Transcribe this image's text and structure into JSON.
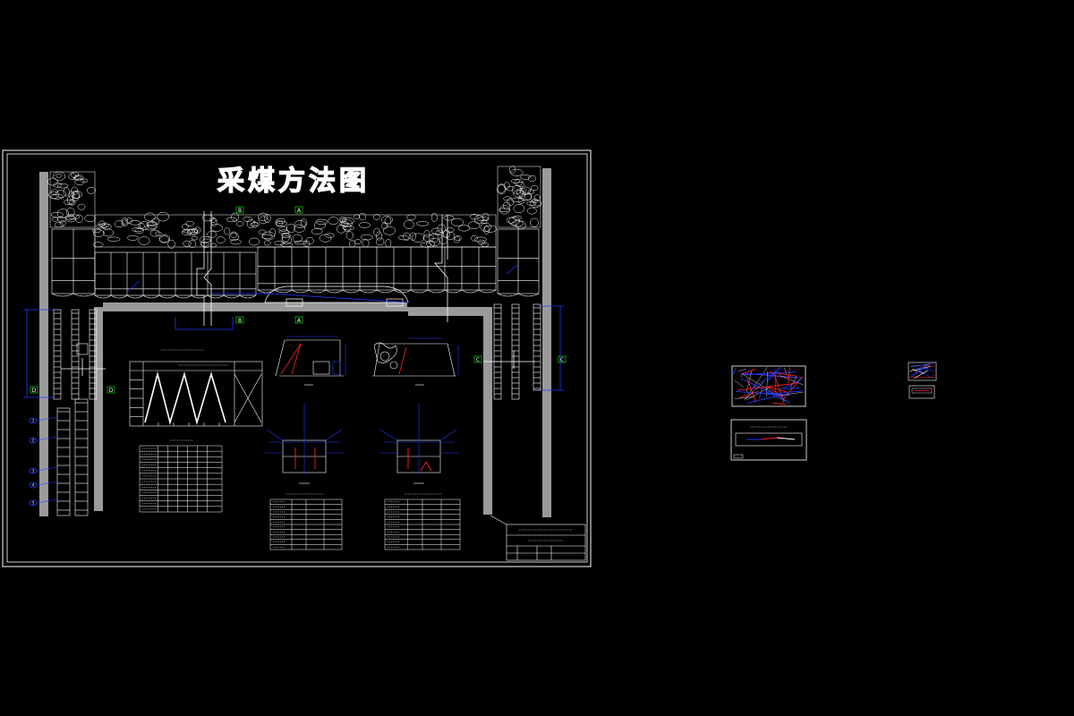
{
  "drawing": {
    "title": "采煤方法图",
    "section_markers": {
      "top_a": "A",
      "top_b": "B",
      "bottom_a": "A",
      "bottom_b": "B",
      "left_d1": "D",
      "left_d2": "D",
      "right_c1": "C",
      "right_c2": "C"
    }
  },
  "colors": {
    "background": "#000000",
    "line": "#ffffff",
    "dimension": "#1e3cff",
    "marker": "#00c000",
    "accent_red": "#ff2020",
    "wall_gray": "#9a9a9a"
  },
  "legend_numbers": [
    "1",
    "2",
    "3",
    "4",
    "5"
  ]
}
